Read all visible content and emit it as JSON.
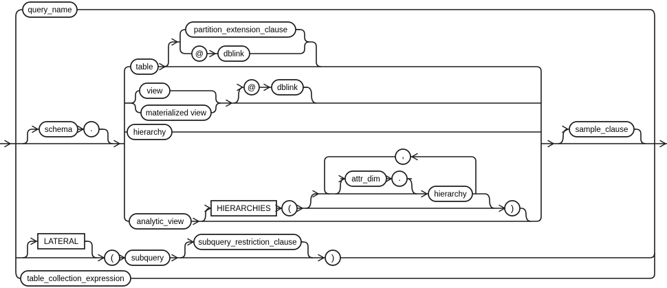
{
  "diagram": {
    "colors": {
      "line": "#1c1c1c",
      "node_fill": "#ffffff",
      "text": "#000000",
      "background": "#ffffff"
    },
    "labels": {
      "query_name": "query_name",
      "partition_extension_clause": "partition_extension_clause",
      "at_sign": "@",
      "dblink": "dblink",
      "table": "table",
      "view": "view",
      "materialized_view": "materialized view",
      "schema": "schema",
      "period": ".",
      "hierarchy": "hierarchy",
      "sample_clause": "sample_clause",
      "comma": ",",
      "attr_dim": "attr_dim",
      "hierarchies_kw": "HIERARCHIES",
      "open_paren": "(",
      "close_paren": ")",
      "analytic_view": "analytic_view",
      "lateral_kw": "LATERAL",
      "subquery": "subquery",
      "subquery_restriction_clause": "subquery_restriction_clause",
      "table_collection_expression": "table_collection_expression"
    }
  }
}
